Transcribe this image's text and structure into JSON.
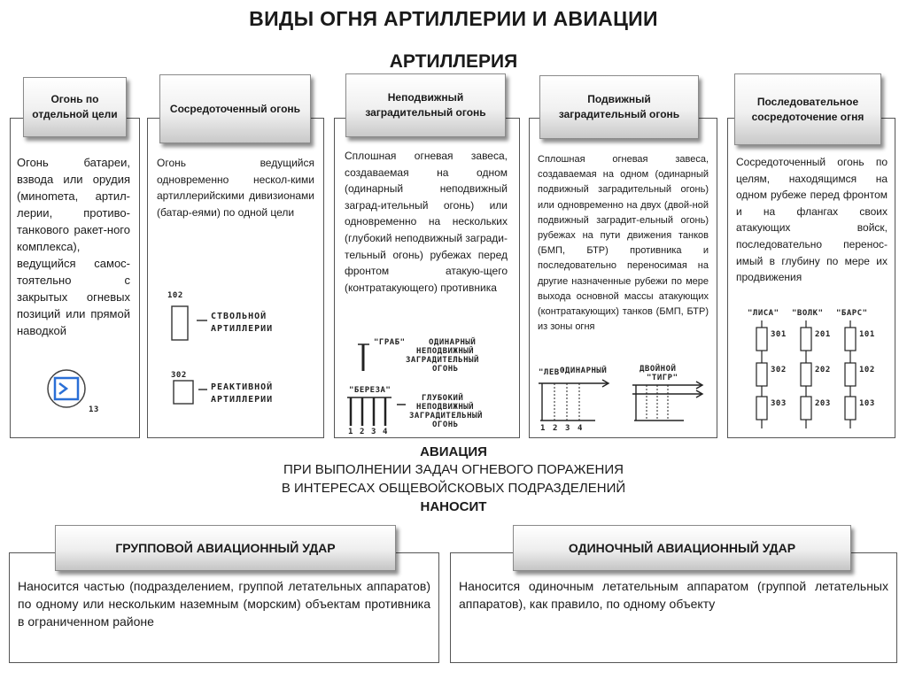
{
  "title": "ВИДЫ ОГНЯ АРТИЛЛЕРИИ И АВИАЦИИ",
  "artillery_heading": "АРТИЛЛЕРИЯ",
  "columns": [
    {
      "header": "Огонь по отдельной цели",
      "text": "Огонь батареи, взвода или орудия (минomета, артил-лерии, противо-танкового ракет-ного комплекса), ведущийся самос-тоятельно с закрытых огневых позиций или прямой наводкой",
      "sketch_label": "13"
    },
    {
      "header": "Сосредоточенный огонь",
      "text": "Огонь ведущийся одновременно нескол-кими артиллерийскими дивизионами (батар-еями) по одной цели",
      "sketch": [
        {
          "num": "102",
          "caption_1": "СТВОЛЬНОЙ",
          "caption_2": "АРТИЛЛЕРИИ"
        },
        {
          "num": "302",
          "caption_1": "РЕАКТИВНОЙ",
          "caption_2": "АРТИЛЛЕРИИ"
        }
      ]
    },
    {
      "header": "Неподвижный заградительный огонь",
      "text": "Сплошная огневая завеса, создаваемая на одном (одинарный неподвижный заград-ительный огонь) или одновременно на нескольких (глубокий неподвижный загради-тельный огонь) рубежах перед фронтом атакую-щего (контратакующего) противника",
      "sketch": {
        "name_1": "\"ГРАБ\"",
        "caption_1": [
          "ОДИНАРНЫЙ",
          "НЕПОДВИЖНЫЙ",
          "ЗАГРАДИТЕЛЬНЫЙ",
          "ОГОНЬ"
        ],
        "name_2": "\"БЕРЕЗА\"",
        "caption_2": [
          "ГЛУБОКИЙ",
          "НЕПОДВИЖНЫЙ",
          "ЗАГРАДИТЕЛЬНЫЙ",
          "ОГОНЬ"
        ],
        "ticks": [
          "1",
          "2",
          "3",
          "4"
        ]
      }
    },
    {
      "header": "Подвижный заградительный огонь",
      "text": "Сплошная огневая завеса, создаваемая на одном (одинарный подвижный заградительный огонь) или одновременно на двух (двой-ной подвижный заградит-ельный огонь) рубежах на пути движения танков (БМП, БТР) противника и последовательно переносимая на другие назначенные рубежи по мере выхода основной массы атакующих (контратакующих) танков (БМП, БТР) из зоны огня",
      "sketch": {
        "label_1": "\"ЛЕВ\"",
        "caption_1": "ОДИНАРНЫЙ",
        "label_2": "\"ТИГР\"",
        "caption_2": "ДВОЙНОЙ",
        "ticks": [
          "1",
          "2",
          "3",
          "4"
        ]
      }
    },
    {
      "header": "Последовательное сосредоточение огня",
      "text": "Сосредоточенный огонь по целям, находящимся на одном рубеже перед фронтом и на флангах своих атакующих войск, последовательно перенос-имый в глубину по мере их продвижения",
      "sketch": {
        "names": [
          "\"ЛИСА\"",
          "\"ВОЛК\"",
          "\"БАРС\""
        ],
        "rows": [
          [
            "301",
            "201",
            "101"
          ],
          [
            "302",
            "202",
            "102"
          ],
          [
            "303",
            "203",
            "103"
          ]
        ]
      }
    }
  ],
  "aviation": {
    "heading": "АВИАЦИЯ",
    "line1": "ПРИ ВЫПОЛНЕНИИ ЗАДАЧ ОГНЕВОГО ПОРАЖЕНИЯ",
    "line2": "В ИНТЕРЕСАХ ОБЩЕВОЙСКОВЫХ ПОДРАЗДЕЛЕНИЙ",
    "line3": "НАНОСИТ",
    "group": {
      "header": "ГРУППОВОЙ АВИАЦИОННЫЙ УДАР",
      "text": "Наносится частью (подразделением, группой летательных аппаратов) по одному или нескольким наземным (морским) объектам противника в ограниченном районе"
    },
    "single": {
      "header": "ОДИНОЧНЫЙ АВИАЦИОННЫЙ УДАР",
      "text": "Наносится одиночным летательным аппаратом (группой летательных аппаратов), как правило, по одному объекту"
    }
  },
  "colors": {
    "accent_blue": "#2a6fd6",
    "header_dark": "#c9c9c9",
    "border": "#555555"
  }
}
